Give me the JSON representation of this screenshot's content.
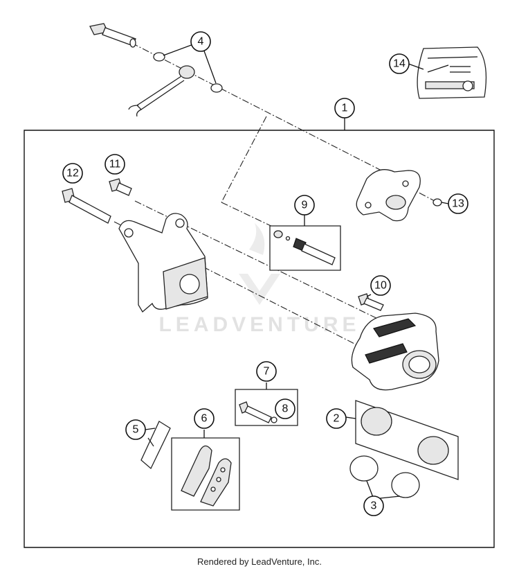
{
  "diagram": {
    "watermark": "LEADVENTURE",
    "footer": "Rendered by LeadVenture, Inc.",
    "callouts": [
      "1",
      "2",
      "3",
      "4",
      "5",
      "6",
      "7",
      "8",
      "9",
      "10",
      "11",
      "12",
      "13",
      "14"
    ]
  }
}
